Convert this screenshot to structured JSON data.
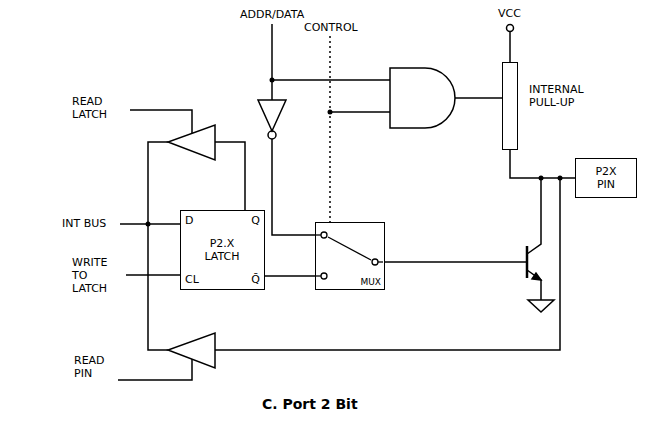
{
  "diagram": {
    "caption": "C. Port 2 Bit",
    "nodes": [
      {
        "text": [
          "D",
          "Q",
          "P2.X LATCH",
          "CL",
          "Q̄"
        ]
      },
      {
        "text": [
          "MUX"
        ]
      },
      {
        "text": [
          "INTERNAL PULL-UP"
        ]
      },
      {
        "text": [
          "P2X PIN"
        ]
      }
    ],
    "edges": [
      {
        "from": 0,
        "to": 1,
        "arrow": "none"
      },
      {
        "from": 2,
        "to": 3,
        "arrow": "none"
      }
    ],
    "labels": [
      "ADDR/DATA",
      "CONTROL",
      "VCC",
      "READ LATCH",
      "INT BUS",
      "WRITE TO LATCH",
      "READ PIN"
    ]
  }
}
